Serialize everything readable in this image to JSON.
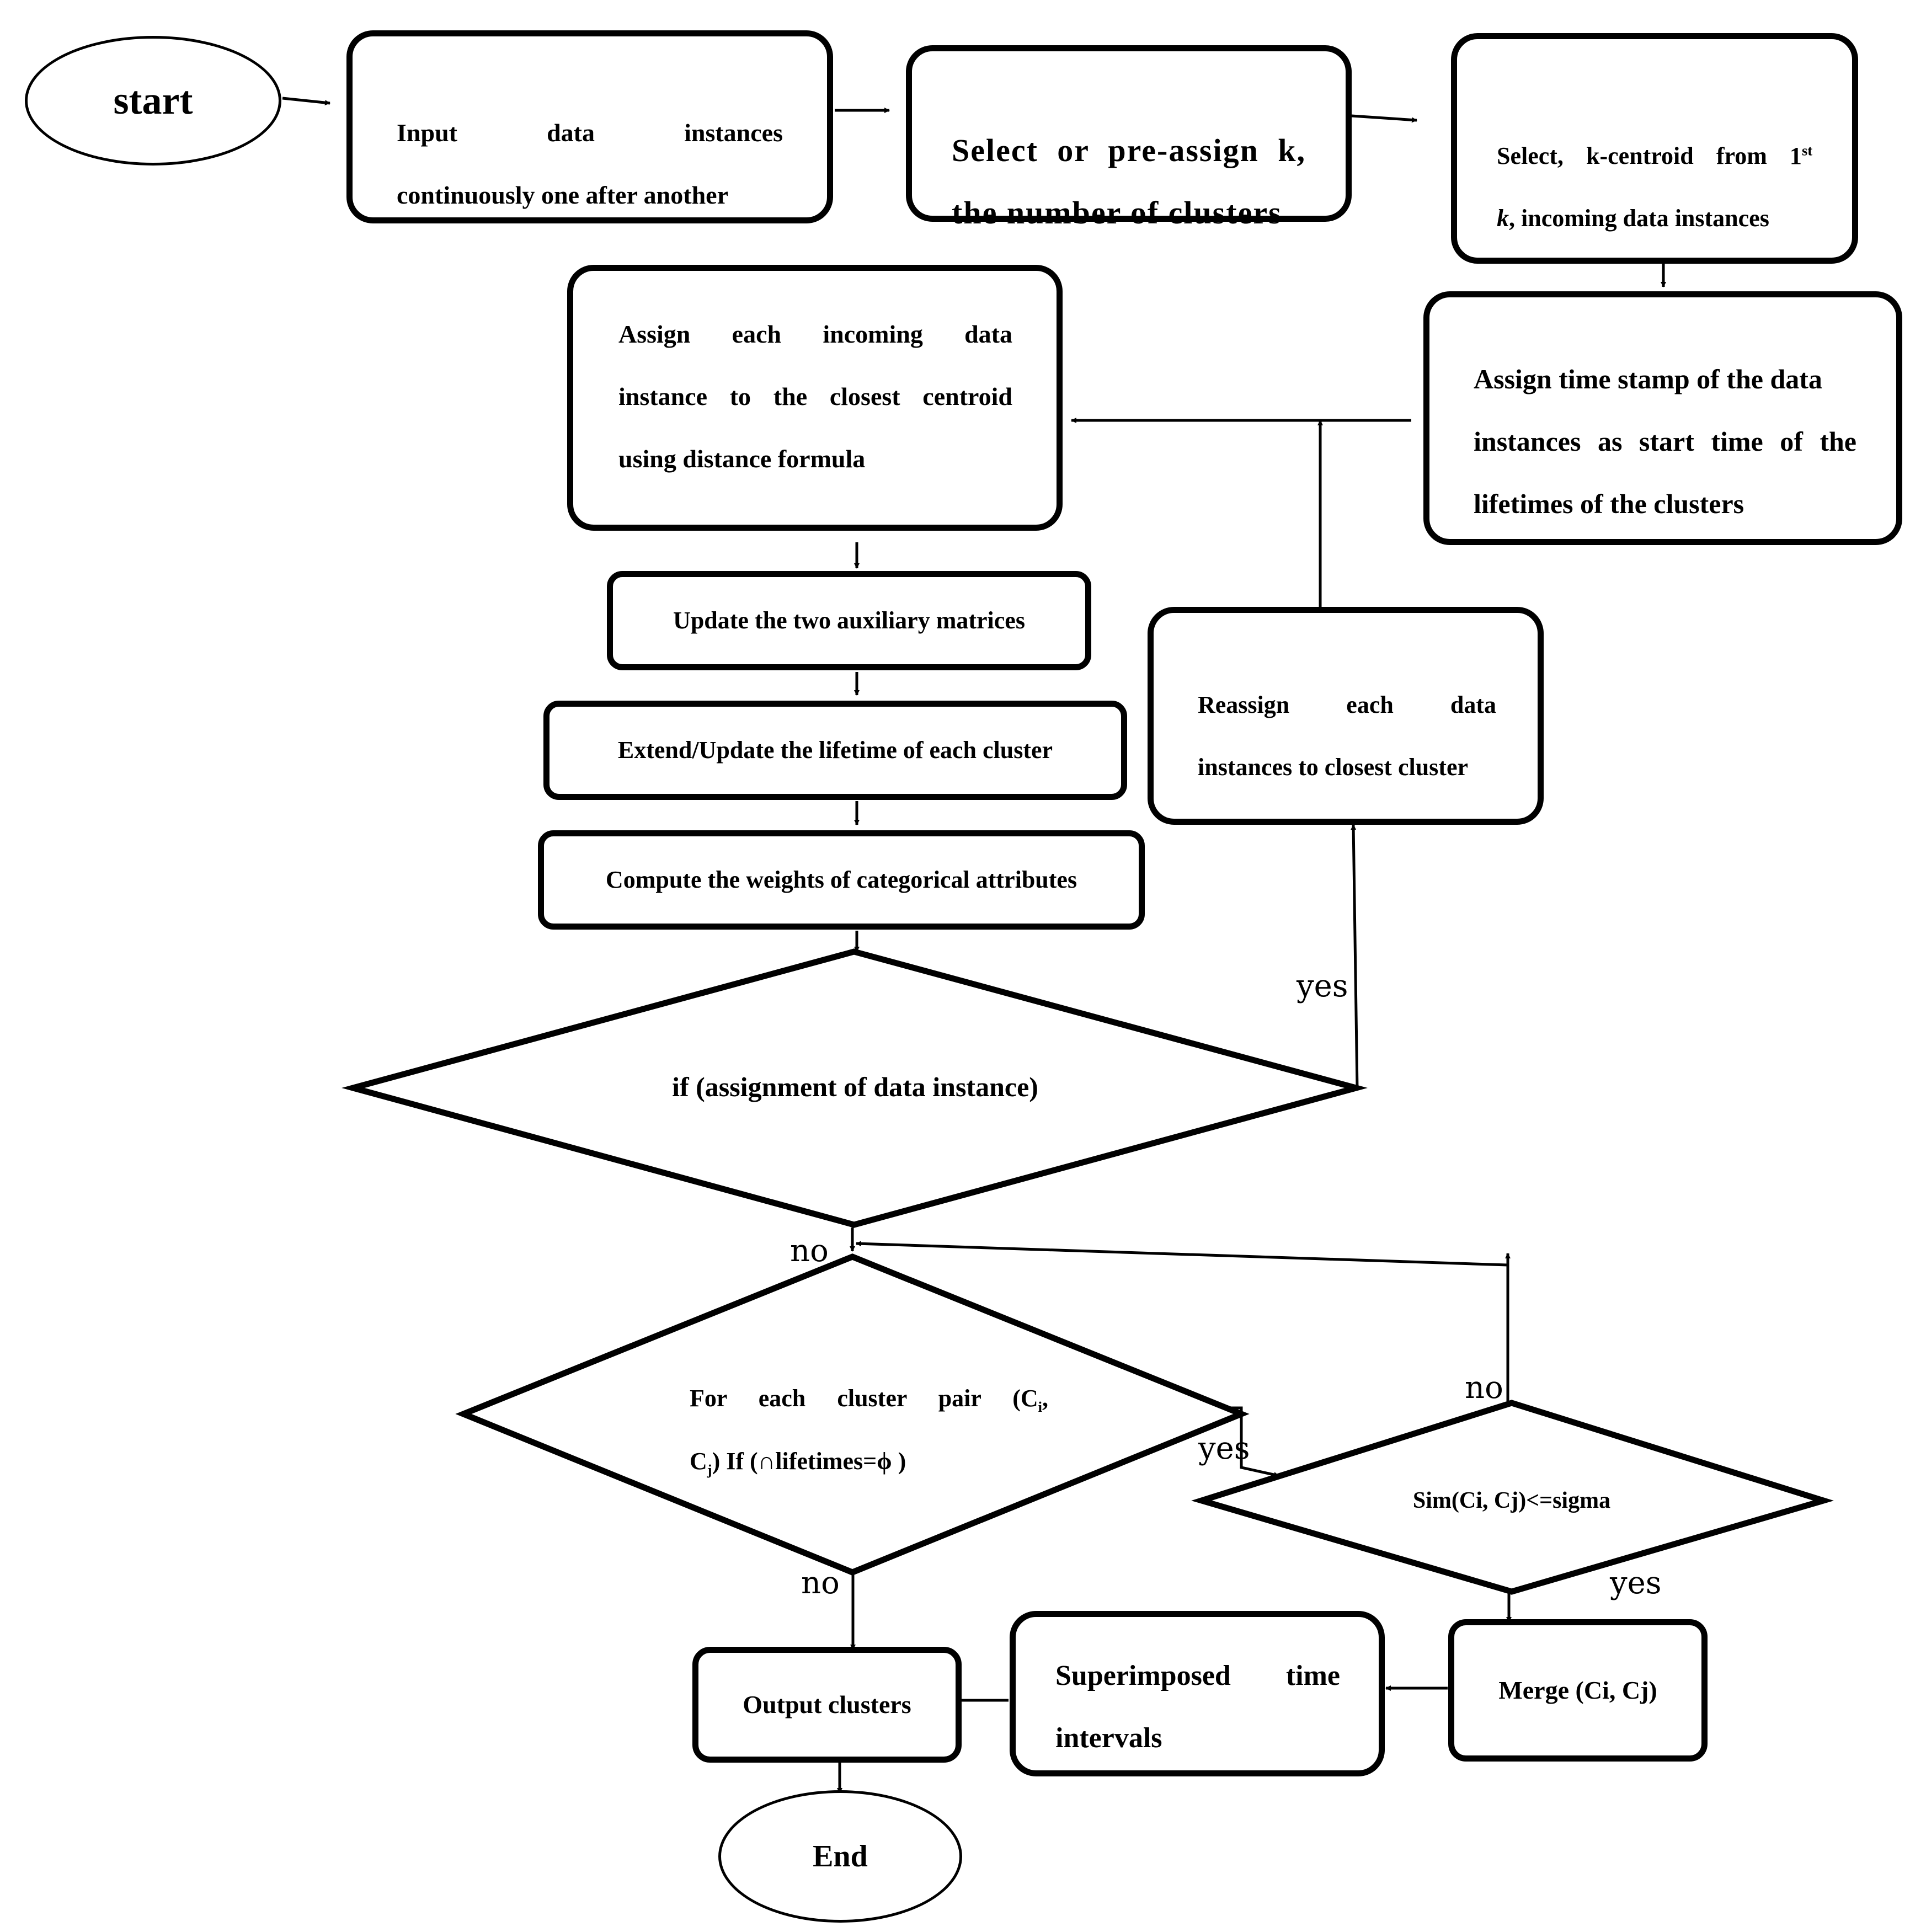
{
  "nodes": {
    "start": "start",
    "input": {
      "line1": "Input data instances",
      "line2": "continuously one after another"
    },
    "select_k": {
      "line1": "Select or pre-assign k,",
      "line2": "the number of clusters"
    },
    "select_centroid": {
      "line1_pre": "Select, k-centroid from 1",
      "line1_sup": "st",
      "line2_k": "k",
      "line2_rest": ", incoming data instances"
    },
    "timestamp": {
      "line1": "Assign time stamp of the data",
      "line2": "instances as start time of the",
      "line3": "lifetimes of the clusters"
    },
    "assign": {
      "line1": "Assign each incoming data",
      "line2": "instance to the closest centroid",
      "line3": "using distance formula"
    },
    "update_matrices": "Update the two auxiliary matrices",
    "extend_lifetime": "Extend/Update the lifetime of each cluster",
    "compute_weights": "Compute the weights of categorical attributes",
    "reassign": {
      "line1": "Reassign each data",
      "line2": "instances to closest cluster"
    },
    "decision_assignment": "if (assignment of data instance)",
    "decision_pair": {
      "line1": "For each cluster pair (C",
      "line1_sub": "i",
      "line1_end": ",",
      "line2_c": "C",
      "line2_sub": "j",
      "line2_rest": ") If (∩lifetimes=ϕ )"
    },
    "decision_sim": "Sim(Ci, Cj)<=sigma",
    "merge": "Merge (Ci, Cj)",
    "superimposed": {
      "line1": "Superimposed time",
      "line2": "intervals"
    },
    "output": "Output clusters",
    "end": "End"
  },
  "labels": {
    "yes_reassign": "yes",
    "no_assignment": "no",
    "yes_pair": "yes",
    "no_pair": "no",
    "no_sim": "no",
    "yes_sim": "yes"
  }
}
